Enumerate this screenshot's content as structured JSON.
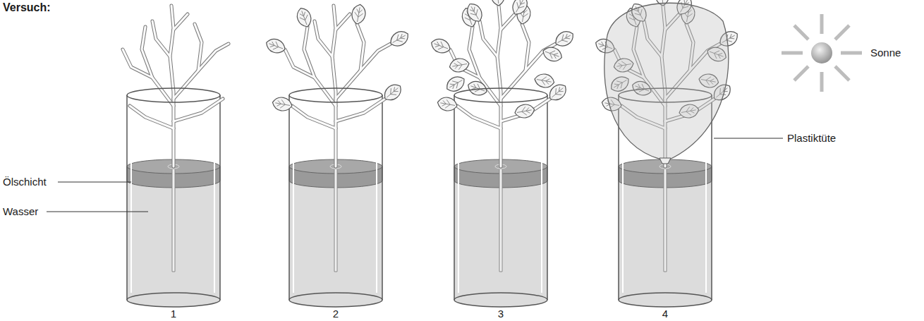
{
  "diagram": {
    "title": "Versuch:",
    "labels": [
      "Sonne",
      "Plastiktüte",
      "Ölschicht",
      "Wasser",
      "1",
      "2",
      "3",
      "4"
    ]
  }
}
